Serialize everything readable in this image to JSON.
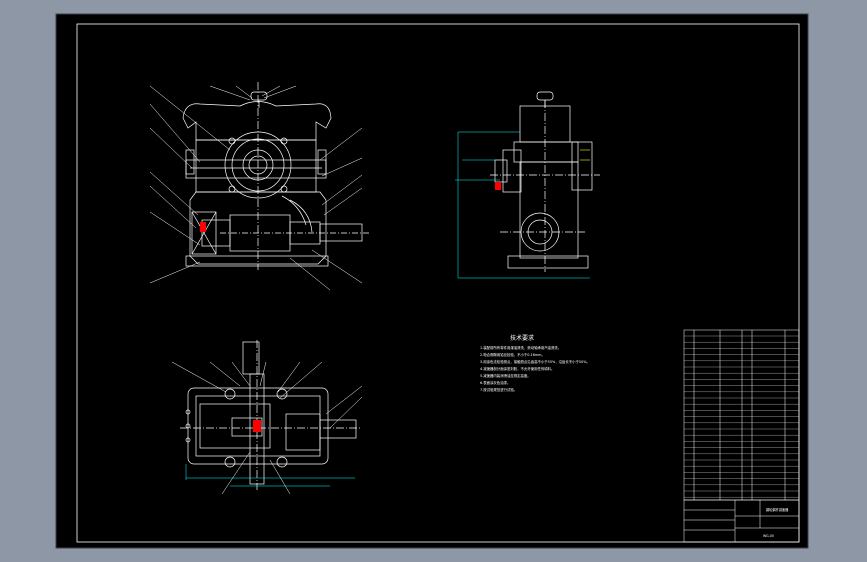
{
  "colors": {
    "workspace": "#8d97a6",
    "sheet": "#000000",
    "line": "#ffffff",
    "dimension": "#00ffff",
    "hatch": "#ff0000",
    "note_label": "#ffff00"
  },
  "notes": {
    "title": "技术要求",
    "lines": [
      "1.装配前所有零件用煤油清洗，滚动轴承用汽油清洗。",
      "2.啮合侧隙用铅丝检验，不小于0.16mm。",
      "3.用涂色法检验斑点，接触斑点沿齿高不小于55%，沿齿长不小于50%。",
      "4.减速器剖分面涂密封胶，不允许使用任何填料。",
      "5.减速器内装润滑油至规定高度。",
      "6.表面涂灰色油漆。",
      "7.按试验规范进行试验。"
    ]
  },
  "title_block": {
    "drawing_title": "蜗轮蜗杆减速器",
    "drawing_no": "WG-00"
  }
}
